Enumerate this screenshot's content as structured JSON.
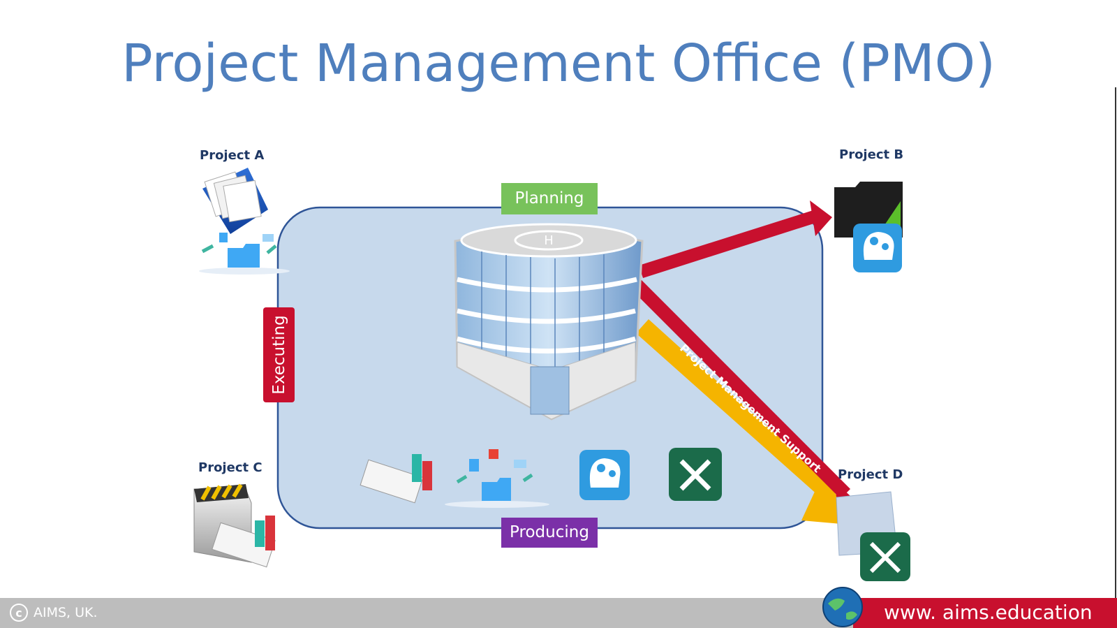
{
  "title": "Project Management Office (PMO)",
  "projects": {
    "a": "Project A",
    "b": "Project B",
    "c": "Project C",
    "d": "Project D"
  },
  "phases": {
    "planning": "Planning",
    "executing": "Executing",
    "producing": "Producing"
  },
  "support_arrow_label": "Project Management Support",
  "footer": {
    "copyright": "AIMS, UK.",
    "website": "www. aims.education"
  },
  "colors": {
    "title": "#4f7fbd",
    "planning": "#78c25b",
    "executing": "#c8102e",
    "producing": "#7b30a8",
    "red_arrow": "#c8102e",
    "support_arrow": "#f5b400",
    "panel": "#c7d9ec"
  },
  "icons": [
    "folder-documents-icon",
    "dark-folder-icon",
    "brain-gears-icon",
    "striped-folder-chart-icon",
    "folder-tools-icon",
    "office-building-icon",
    "chart-icon",
    "cloud-folder-icon",
    "tools-icon",
    "globe-icon"
  ]
}
